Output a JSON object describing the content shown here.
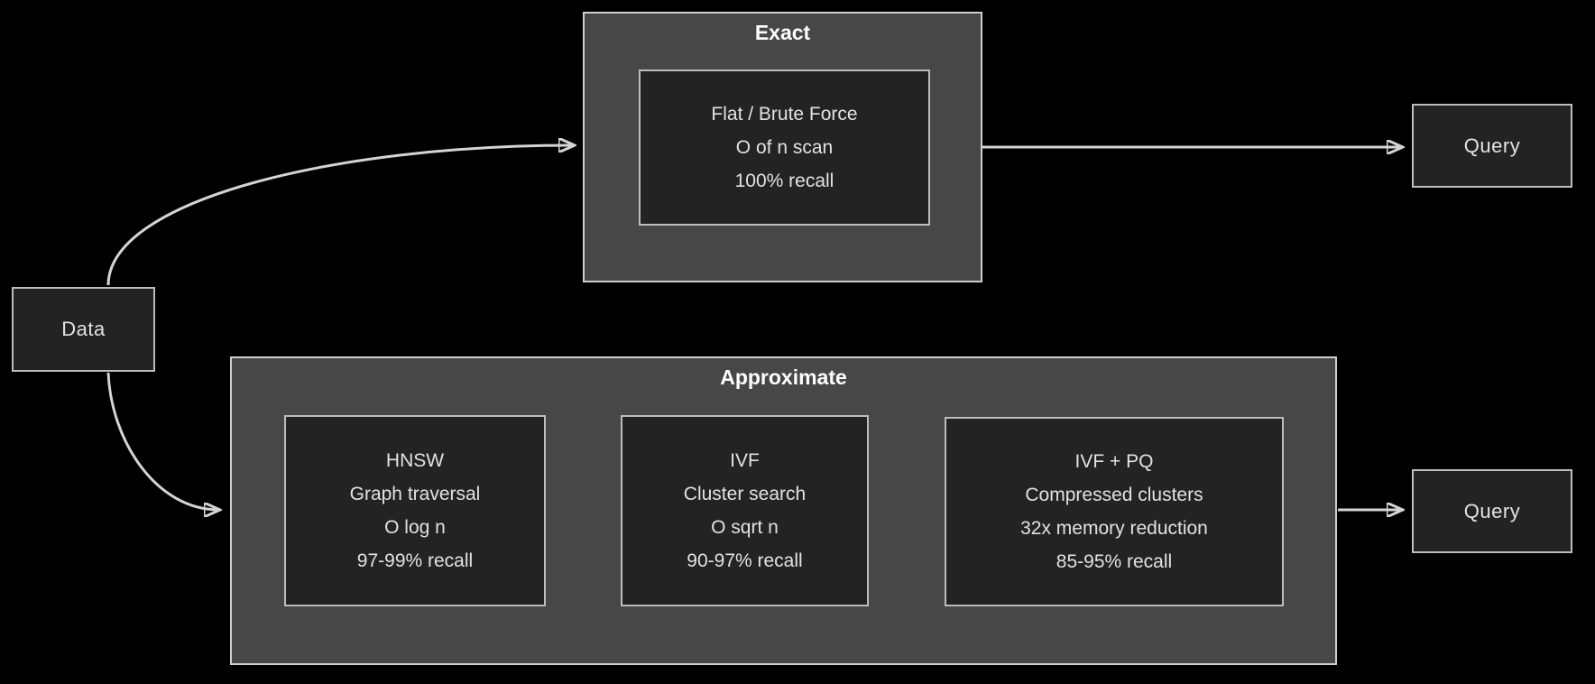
{
  "colors": {
    "background": "#000000",
    "container_fill": "#474747",
    "container_border": "#cfcfcf",
    "node_fill": "#232323",
    "node_border": "#bdbdbd",
    "edge": "#d4d4d4",
    "text": "#e2e2e2",
    "title": "#ffffff"
  },
  "diagram": {
    "data_node": {
      "label": "Data"
    },
    "exact": {
      "title": "Exact",
      "flat_node": {
        "lines": [
          "Flat / Brute Force",
          "O of n scan",
          "100% recall"
        ]
      }
    },
    "approximate": {
      "title": "Approximate",
      "hnsw_node": {
        "lines": [
          "HNSW",
          "Graph traversal",
          "O log n",
          "97-99% recall"
        ]
      },
      "ivf_node": {
        "lines": [
          "IVF",
          "Cluster search",
          "O sqrt n",
          "90-97% recall"
        ]
      },
      "ivfpq_node": {
        "lines": [
          "IVF + PQ",
          "Compressed clusters",
          "32x memory reduction",
          "85-95% recall"
        ]
      }
    },
    "query_top": {
      "label": "Query"
    },
    "query_bottom": {
      "label": "Query"
    }
  }
}
